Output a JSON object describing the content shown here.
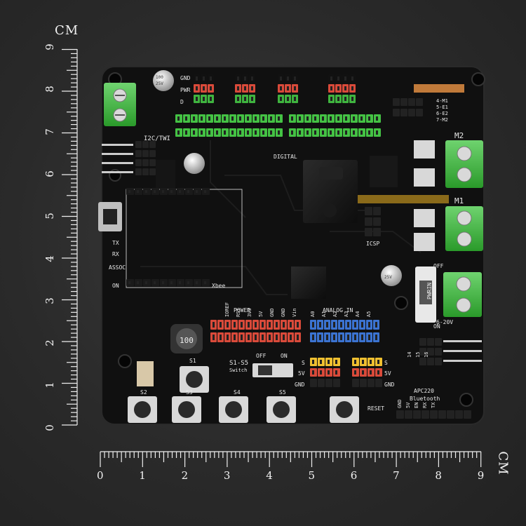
{
  "ruler": {
    "unit_top": "CM",
    "unit_right": "CM",
    "vertical_numbers": [
      "9",
      "8",
      "7",
      "6",
      "5",
      "4",
      "3",
      "2",
      "1",
      "0"
    ],
    "horizontal_numbers": [
      "0",
      "1",
      "2",
      "3",
      "4",
      "5",
      "6",
      "7",
      "8",
      "9"
    ]
  },
  "board": {
    "color": "#111111",
    "silkscreen": {
      "gnd": "GND",
      "pwr": "PWR",
      "d": "D",
      "i2c": "I2C/TWI",
      "digital": "DIGITAL",
      "icsp": "ICSP",
      "xbee": "Xbee",
      "tx": "TX",
      "rx": "RX",
      "assoc": "ASSOC",
      "on": "ON",
      "off": "OFF",
      "pwrin": "PWRIN",
      "v620": "6-20V",
      "m1": "M1",
      "m2": "M2",
      "ioref": "IOREF",
      "rst": "RST",
      "v33": "3V3",
      "v5": "5V",
      "power": "POWER",
      "gnd2": "GND",
      "vin": "Vin",
      "analog_in": "ANALOG IN",
      "a0": "A0",
      "a1": "A1",
      "a2": "A2",
      "a3": "A3",
      "a4": "A4",
      "a5": "A5",
      "s1s5": "S1-S5",
      "switch": "Switch",
      "sw_off": "OFF",
      "sw_on": "ON",
      "s1": "S1",
      "s2": "S2",
      "s3": "S3",
      "s4": "S4",
      "s5": "S5",
      "reset": "RESET",
      "s_label": "S",
      "v5_label": "5V",
      "gnd_label": "GND",
      "apc220": "APC220",
      "bluetooth": "Bluetooth",
      "apc_pins": [
        "GND",
        "5V",
        "EN",
        "RX",
        "TX"
      ],
      "inductor": "100",
      "cap": "100\n25V",
      "m_labels": [
        "4-M1",
        "5-E1",
        "6-E2",
        "7-M2"
      ],
      "pin_nums": [
        "14",
        "15",
        "16"
      ]
    }
  }
}
